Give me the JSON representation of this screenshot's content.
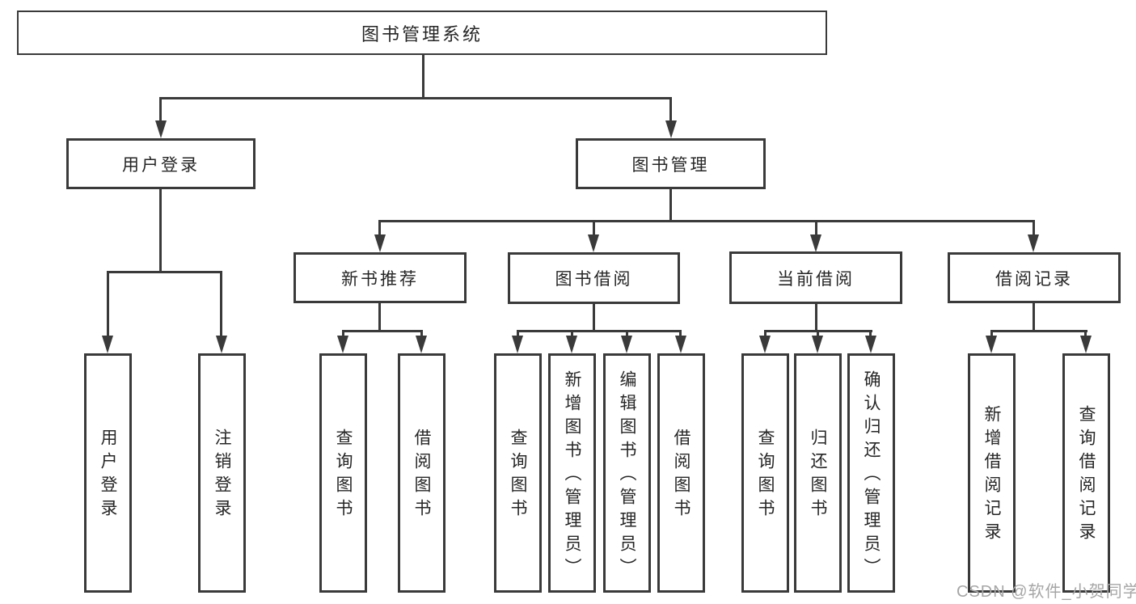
{
  "diagram": {
    "root": {
      "label": "图书管理系统"
    },
    "level2": [
      {
        "label": "用户登录"
      },
      {
        "label": "图书管理"
      }
    ],
    "level3": [
      {
        "label": "新书推荐"
      },
      {
        "label": "图书借阅"
      },
      {
        "label": "当前借阅"
      },
      {
        "label": "借阅记录"
      }
    ],
    "leaves": [
      {
        "label": "用户登录"
      },
      {
        "label": "注销登录"
      },
      {
        "label": "查询图书"
      },
      {
        "label": "借阅图书"
      },
      {
        "label": "查询图书"
      },
      {
        "label": "新增图书（管理员）"
      },
      {
        "label": "编辑图书（管理员）"
      },
      {
        "label": "借阅图书"
      },
      {
        "label": "查询图书"
      },
      {
        "label": "归还图书"
      },
      {
        "label": "确认归还（管理员）"
      },
      {
        "label": "新增借阅记录"
      },
      {
        "label": "查询借阅记录"
      }
    ],
    "colors": {
      "line": "#3a3a3a",
      "text": "#262626",
      "box_background": "#ffffff"
    }
  },
  "watermark": {
    "text": "CSDN @软件_小贺同学",
    "color": "#a6a6a6"
  }
}
